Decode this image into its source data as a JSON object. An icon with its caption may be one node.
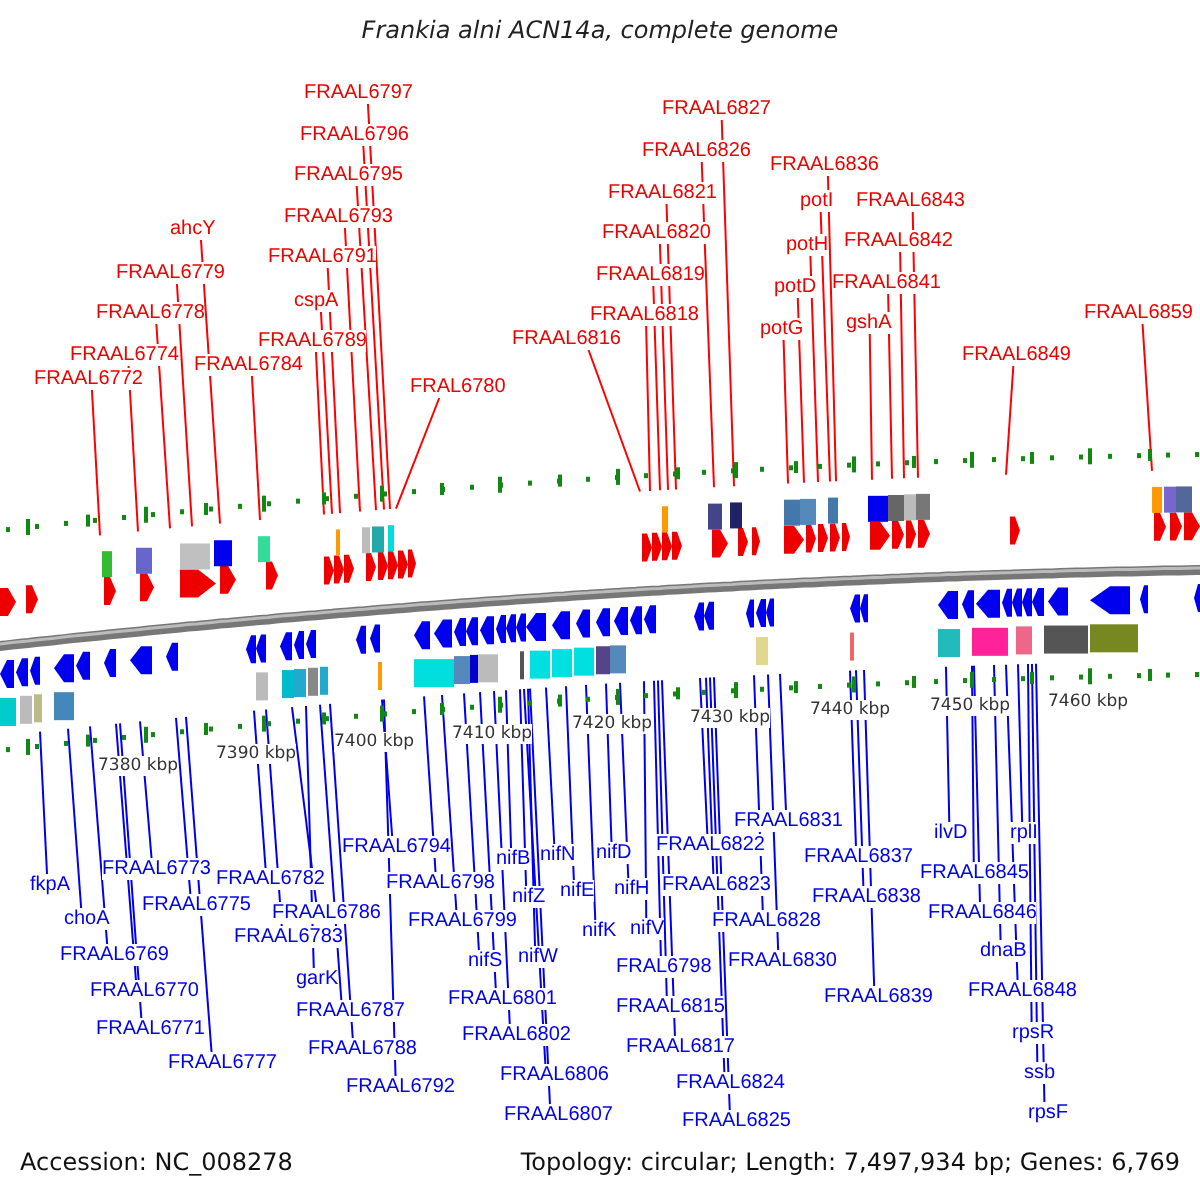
{
  "diagram": {
    "title": "Frankia alni ACN14a, complete genome",
    "nodes": [
      {
        "text": [
          "FRAAL6797"
        ]
      },
      {
        "text": [
          "FRAAL6796"
        ]
      },
      {
        "text": [
          "FRAAL6795"
        ]
      },
      {
        "text": [
          "FRAAL6793"
        ]
      },
      {
        "text": [
          "ahcY"
        ]
      },
      {
        "text": [
          "FRAAL6779"
        ]
      },
      {
        "text": [
          "FRAAL6791"
        ]
      },
      {
        "text": [
          "cspA"
        ]
      },
      {
        "text": [
          "FRAAL6778"
        ]
      },
      {
        "text": [
          "FRAAL6789"
        ]
      },
      {
        "text": [
          "FRAAL6774"
        ]
      },
      {
        "text": [
          "FRAAL6784"
        ]
      },
      {
        "text": [
          "FRAAL6772"
        ]
      },
      {
        "text": [
          "FRAL6780"
        ]
      },
      {
        "text": [
          "FRAAL6827"
        ]
      },
      {
        "text": [
          "FRAAL6826"
        ]
      },
      {
        "text": [
          "FRAAL6836"
        ]
      },
      {
        "text": [
          "FRAAL6821"
        ]
      },
      {
        "text": [
          "potI"
        ]
      },
      {
        "text": [
          "FRAAL6843"
        ]
      },
      {
        "text": [
          "FRAAL6820"
        ]
      },
      {
        "text": [
          "FRAAL6842"
        ]
      },
      {
        "text": [
          "potH"
        ]
      },
      {
        "text": [
          "FRAAL6819"
        ]
      },
      {
        "text": [
          "FRAAL6841"
        ]
      },
      {
        "text": [
          "potD"
        ]
      },
      {
        "text": [
          "FRAAL6859"
        ]
      },
      {
        "text": [
          "FRAAL6818"
        ]
      },
      {
        "text": [
          "gshA"
        ]
      },
      {
        "text": [
          "potG"
        ]
      },
      {
        "text": [
          "FRAAL6816"
        ]
      },
      {
        "text": [
          "FRAAL6849"
        ]
      },
      {
        "text": [
          "fkpA"
        ]
      },
      {
        "text": [
          "choA"
        ]
      },
      {
        "text": [
          "FRAAL6769"
        ]
      },
      {
        "text": [
          "FRAAL6770"
        ]
      },
      {
        "text": [
          "FRAAL6771"
        ]
      },
      {
        "text": [
          "FRAAL6773"
        ]
      },
      {
        "text": [
          "FRAAL6775"
        ]
      },
      {
        "text": [
          "FRAAL6777"
        ]
      },
      {
        "text": [
          "FRAAL6782"
        ]
      },
      {
        "text": [
          "FRAAL6783"
        ]
      },
      {
        "text": [
          "FRAAL6786"
        ]
      },
      {
        "text": [
          "garK"
        ]
      },
      {
        "text": [
          "FRAAL6787"
        ]
      },
      {
        "text": [
          "FRAAL6788"
        ]
      },
      {
        "text": [
          "FRAAL6792"
        ]
      },
      {
        "text": [
          "FRAAL6794"
        ]
      },
      {
        "text": [
          "FRAAL6798"
        ]
      },
      {
        "text": [
          "FRAAL6799"
        ]
      },
      {
        "text": [
          "nifS"
        ]
      },
      {
        "text": [
          "FRAAL6801"
        ]
      },
      {
        "text": [
          "FRAAL6802"
        ]
      },
      {
        "text": [
          "FRAAL6806"
        ]
      },
      {
        "text": [
          "FRAAL6807"
        ]
      },
      {
        "text": [
          "nifB"
        ]
      },
      {
        "text": [
          "nifZ"
        ]
      },
      {
        "text": [
          "nifW"
        ]
      },
      {
        "text": [
          "nifN"
        ]
      },
      {
        "text": [
          "nifE"
        ]
      },
      {
        "text": [
          "nifK"
        ]
      },
      {
        "text": [
          "nifD"
        ]
      },
      {
        "text": [
          "nifH"
        ]
      },
      {
        "text": [
          "nifV"
        ]
      },
      {
        "text": [
          "FRAL6798"
        ]
      },
      {
        "text": [
          "FRAAL6815"
        ]
      },
      {
        "text": [
          "FRAAL6817"
        ]
      },
      {
        "text": [
          "FRAAL6822"
        ]
      },
      {
        "text": [
          "FRAAL6823"
        ]
      },
      {
        "text": [
          "FRAAL6824"
        ]
      },
      {
        "text": [
          "FRAAL6825"
        ]
      },
      {
        "text": [
          "FRAAL6828"
        ]
      },
      {
        "text": [
          "FRAAL6830"
        ]
      },
      {
        "text": [
          "FRAAL6831"
        ]
      },
      {
        "text": [
          "FRAAL6837"
        ]
      },
      {
        "text": [
          "FRAAL6838"
        ]
      },
      {
        "text": [
          "FRAAL6839"
        ]
      },
      {
        "text": [
          "ilvD"
        ]
      },
      {
        "text": [
          "FRAAL6845"
        ]
      },
      {
        "text": [
          "FRAAL6846"
        ]
      },
      {
        "text": [
          "dnaB"
        ]
      },
      {
        "text": [
          "FRAAL6848"
        ]
      },
      {
        "text": [
          "rplI"
        ]
      },
      {
        "text": [
          "rpsR"
        ]
      },
      {
        "text": [
          "ssb"
        ]
      },
      {
        "text": [
          "rpsF"
        ]
      }
    ],
    "edges": [
      {
        "from": 0,
        "to": null,
        "arrow": "none",
        "color": "#ff0000"
      },
      {
        "from": 1,
        "to": null,
        "arrow": "none",
        "color": "#ff0000"
      },
      {
        "from": 2,
        "to": null,
        "arrow": "none",
        "color": "#ff0000"
      },
      {
        "from": 3,
        "to": null,
        "arrow": "none",
        "color": "#ff0000"
      },
      {
        "from": 4,
        "to": null,
        "arrow": "none",
        "color": "#ff0000"
      },
      {
        "from": 5,
        "to": null,
        "arrow": "none",
        "color": "#ff0000"
      },
      {
        "from": 6,
        "to": null,
        "arrow": "none",
        "color": "#ff0000"
      },
      {
        "from": 7,
        "to": null,
        "arrow": "none",
        "color": "#ff0000"
      },
      {
        "from": 8,
        "to": null,
        "arrow": "none",
        "color": "#ff0000"
      },
      {
        "from": 9,
        "to": null,
        "arrow": "none",
        "color": "#ff0000"
      },
      {
        "from": 10,
        "to": null,
        "arrow": "none",
        "color": "#ff0000"
      },
      {
        "from": 11,
        "to": null,
        "arrow": "none",
        "color": "#ff0000"
      },
      {
        "from": 12,
        "to": null,
        "arrow": "none",
        "color": "#ff0000"
      },
      {
        "from": 13,
        "to": null,
        "arrow": "none",
        "color": "#ff0000"
      },
      {
        "from": 14,
        "to": null,
        "arrow": "none",
        "color": "#ff0000"
      },
      {
        "from": 15,
        "to": null,
        "arrow": "none",
        "color": "#ff0000"
      },
      {
        "from": 16,
        "to": null,
        "arrow": "none",
        "color": "#ff0000"
      },
      {
        "from": 17,
        "to": null,
        "arrow": "none",
        "color": "#ff0000"
      },
      {
        "from": 18,
        "to": null,
        "arrow": "none",
        "color": "#ff0000"
      },
      {
        "from": 19,
        "to": null,
        "arrow": "none",
        "color": "#ff0000"
      },
      {
        "from": 20,
        "to": null,
        "arrow": "none",
        "color": "#ff0000"
      },
      {
        "from": 21,
        "to": null,
        "arrow": "none",
        "color": "#ff0000"
      },
      {
        "from": 22,
        "to": null,
        "arrow": "none",
        "color": "#ff0000"
      },
      {
        "from": 23,
        "to": null,
        "arrow": "none",
        "color": "#ff0000"
      },
      {
        "from": 24,
        "to": null,
        "arrow": "none",
        "color": "#ff0000"
      },
      {
        "from": 25,
        "to": null,
        "arrow": "none",
        "color": "#ff0000"
      },
      {
        "from": 26,
        "to": null,
        "arrow": "none",
        "color": "#ff0000"
      },
      {
        "from": 27,
        "to": null,
        "arrow": "none",
        "color": "#ff0000"
      },
      {
        "from": 28,
        "to": null,
        "arrow": "none",
        "color": "#ff0000"
      },
      {
        "from": 29,
        "to": null,
        "arrow": "none",
        "color": "#ff0000"
      },
      {
        "from": 30,
        "to": null,
        "arrow": "none",
        "color": "#ff0000"
      },
      {
        "from": 31,
        "to": null,
        "arrow": "none",
        "color": "#ff0000"
      },
      {
        "from": 32,
        "to": null,
        "arrow": "none"
      },
      {
        "from": 33,
        "to": null,
        "arrow": "none"
      },
      {
        "from": 34,
        "to": null,
        "arrow": "none"
      },
      {
        "from": 35,
        "to": null,
        "arrow": "none"
      },
      {
        "from": 36,
        "to": null,
        "arrow": "none"
      },
      {
        "from": 37,
        "to": null,
        "arrow": "none"
      },
      {
        "from": 38,
        "to": null,
        "arrow": "none"
      },
      {
        "from": 39,
        "to": null,
        "arrow": "none"
      },
      {
        "from": 40,
        "to": null,
        "arrow": "none"
      },
      {
        "from": 41,
        "to": null,
        "arrow": "none"
      },
      {
        "from": 42,
        "to": null,
        "arrow": "none"
      },
      {
        "from": 43,
        "to": null,
        "arrow": "none"
      },
      {
        "from": 44,
        "to": null,
        "arrow": "none"
      },
      {
        "from": 45,
        "to": null,
        "arrow": "none"
      },
      {
        "from": 46,
        "to": null,
        "arrow": "none"
      },
      {
        "from": 47,
        "to": null,
        "arrow": "none"
      },
      {
        "from": 48,
        "to": null,
        "arrow": "none"
      },
      {
        "from": 49,
        "to": null,
        "arrow": "none"
      },
      {
        "from": 50,
        "to": null,
        "arrow": "none"
      },
      {
        "from": 51,
        "to": null,
        "arrow": "none"
      },
      {
        "from": 52,
        "to": null,
        "arrow": "none"
      },
      {
        "from": 53,
        "to": null,
        "arrow": "none"
      },
      {
        "from": 54,
        "to": null,
        "arrow": "none"
      },
      {
        "from": 55,
        "to": null,
        "arrow": "none"
      },
      {
        "from": 56,
        "to": null,
        "arrow": "none"
      },
      {
        "from": 57,
        "to": null,
        "arrow": "none"
      },
      {
        "from": 58,
        "to": null,
        "arrow": "none"
      },
      {
        "from": 59,
        "to": null,
        "arrow": "none"
      },
      {
        "from": 60,
        "to": null,
        "arrow": "none"
      },
      {
        "from": 61,
        "to": null,
        "arrow": "none"
      },
      {
        "from": 62,
        "to": null,
        "arrow": "none"
      },
      {
        "from": 63,
        "to": null,
        "arrow": "none"
      },
      {
        "from": 64,
        "to": null,
        "arrow": "none"
      },
      {
        "from": 65,
        "to": null,
        "arrow": "none"
      },
      {
        "from": 66,
        "to": null,
        "arrow": "none"
      },
      {
        "from": 67,
        "to": null,
        "arrow": "none"
      },
      {
        "from": 68,
        "to": null,
        "arrow": "none"
      },
      {
        "from": 69,
        "to": null,
        "arrow": "none"
      },
      {
        "from": 70,
        "to": null,
        "arrow": "none"
      },
      {
        "from": 71,
        "to": null,
        "arrow": "none"
      },
      {
        "from": 72,
        "to": null,
        "arrow": "none"
      },
      {
        "from": 73,
        "to": null,
        "arrow": "none"
      },
      {
        "from": 74,
        "to": null,
        "arrow": "none"
      },
      {
        "from": 75,
        "to": null,
        "arrow": "none"
      },
      {
        "from": 76,
        "to": null,
        "arrow": "none"
      },
      {
        "from": 77,
        "to": null,
        "arrow": "none"
      },
      {
        "from": 78,
        "to": null,
        "arrow": "none"
      },
      {
        "from": 79,
        "to": null,
        "arrow": "none"
      },
      {
        "from": 80,
        "to": null,
        "arrow": "none"
      },
      {
        "from": 81,
        "to": null,
        "arrow": "none"
      },
      {
        "from": 82,
        "to": null,
        "arrow": "none"
      },
      {
        "from": 83,
        "to": null,
        "arrow": "none"
      },
      {
        "from": 84,
        "to": null,
        "arrow": "none"
      },
      {
        "from": 85,
        "to": null,
        "arrow": "none"
      }
    ],
    "labels": [
      "7380 kbp",
      "7390 kbp",
      "7400 kbp",
      "7410 kbp",
      "7420 kbp",
      "7430 kbp",
      "7440 kbp",
      "7450 kbp",
      "7460 kbp",
      "Accession: NC_008278",
      "Topology: circular; Length: 7,497,934 bp; Genes: 6,769"
    ]
  }
}
